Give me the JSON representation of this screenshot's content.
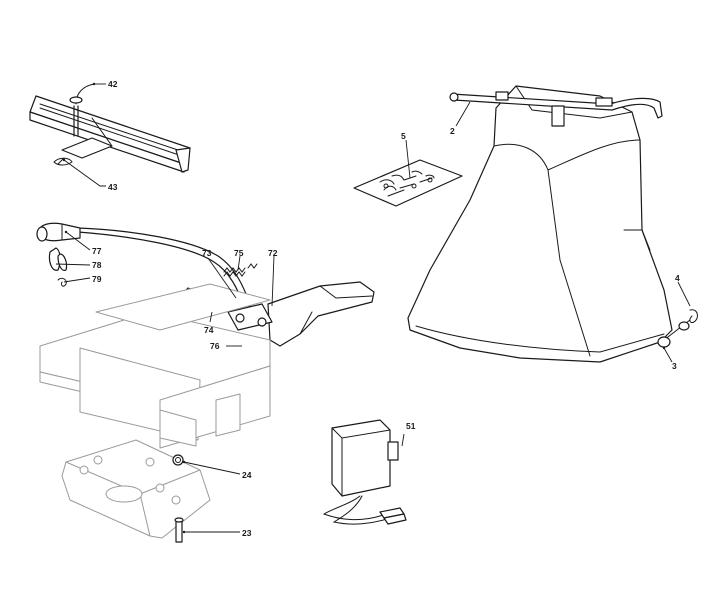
{
  "callouts": {
    "c2": "2",
    "c3": "3",
    "c4": "4",
    "c5": "5",
    "c23": "23",
    "c24": "24",
    "c42": "42",
    "c43": "43",
    "c51": "51",
    "c72": "72",
    "c73": "73",
    "c74": "74",
    "c75": "75",
    "c76": "76",
    "c77": "77",
    "c78": "78",
    "c79": "79"
  }
}
